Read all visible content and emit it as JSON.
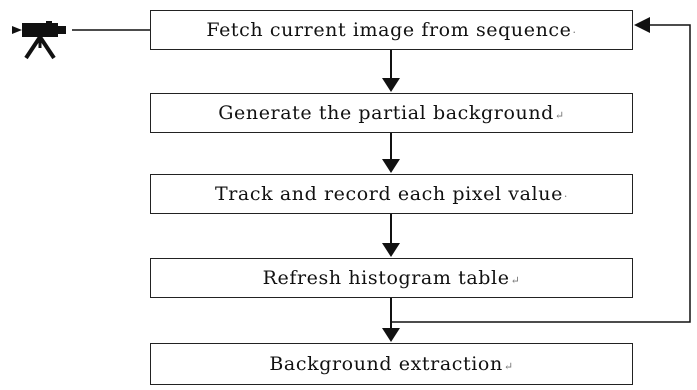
{
  "flowchart": {
    "steps": [
      {
        "label": "Fetch current image from sequence",
        "mark": "·"
      },
      {
        "label": "Generate the partial background",
        "mark": "↵"
      },
      {
        "label": "Track and record each pixel value",
        "mark": "·"
      },
      {
        "label": "Refresh histogram table",
        "mark": "↵"
      },
      {
        "label": "Background extraction",
        "mark": "↵"
      }
    ],
    "input_icon": "video-camera-icon",
    "colors": {
      "ink": "#111111",
      "box_border": "#222222",
      "background": "#ffffff"
    }
  }
}
